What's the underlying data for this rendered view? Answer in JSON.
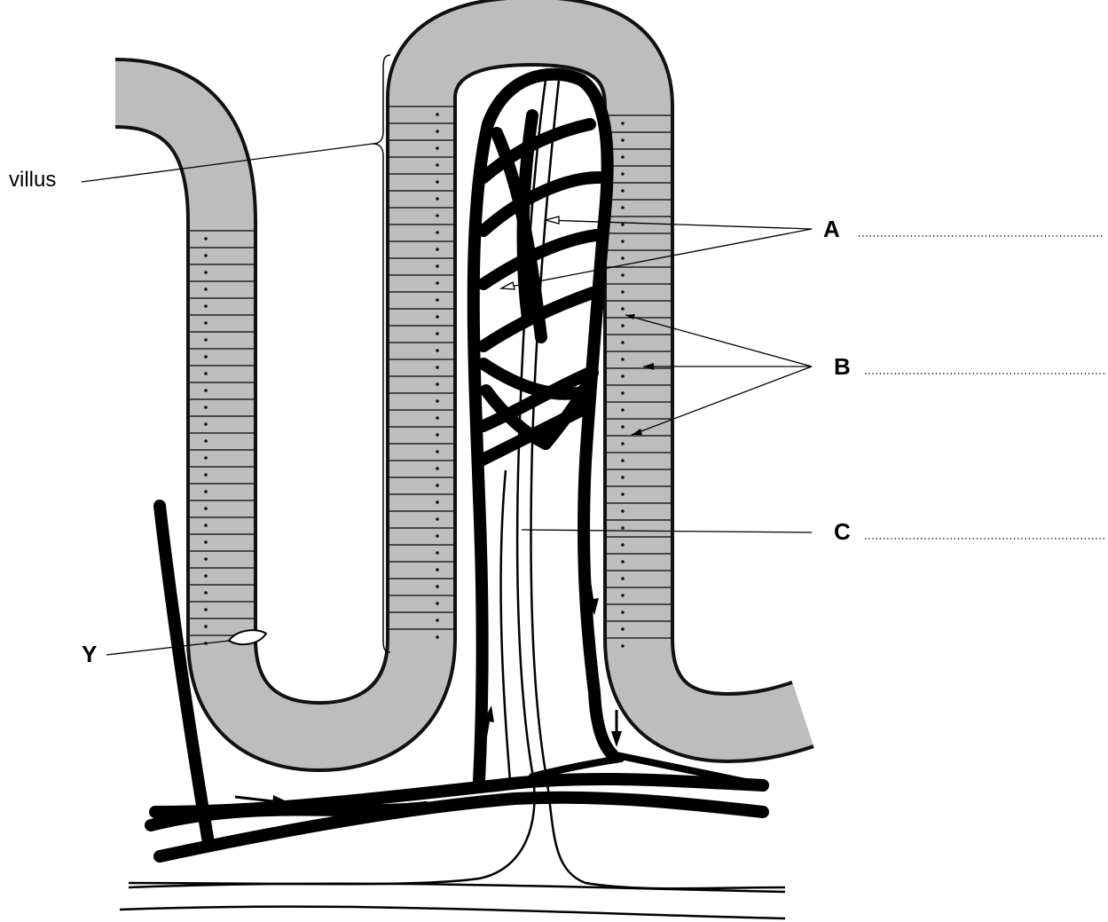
{
  "diagram": {
    "labels": {
      "villus": "villus",
      "A": "A",
      "B": "B",
      "C": "C",
      "Y": "Y"
    },
    "answer_lines": [
      "A",
      "B",
      "C"
    ],
    "colors": {
      "epithelium_fill": "#bdbdbd",
      "outline": "#000000",
      "background": "#ffffff"
    }
  }
}
